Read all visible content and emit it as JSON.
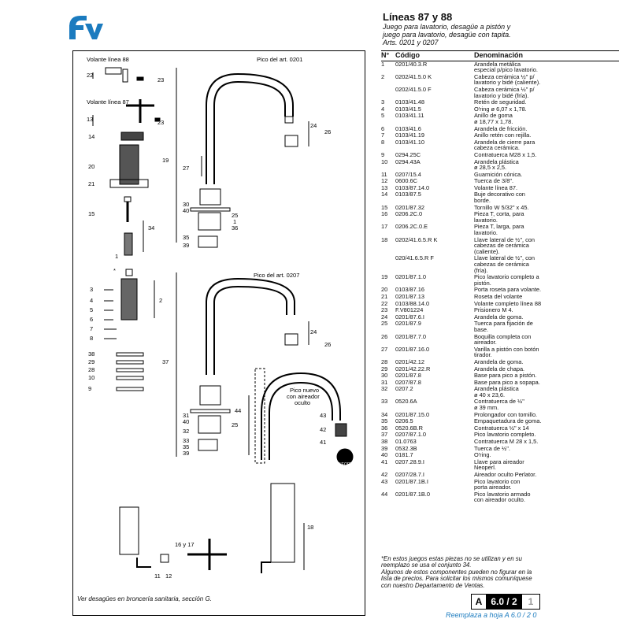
{
  "brand": {
    "logo_text": "fv",
    "color": "#1b7bbf"
  },
  "header": {
    "title": "Líneas 87 y 88",
    "subtitle_lines": [
      "Juego para lavatorio, desagüe a pistón y",
      "juego para lavatorio, desagüe con tapita.",
      "Arts. 0201 y 0207"
    ]
  },
  "diagram": {
    "labels": {
      "volante88": "Volante línea 88",
      "volante87": "Volante línea 87",
      "pico0201": "Pico del art. 0201",
      "pico0207": "Pico del art. 0207",
      "pico_nuevo": [
        "Pico nuevo",
        "con aireador",
        "oculto"
      ],
      "neoperl": "NEOPERL"
    },
    "callouts": {
      "n22": "22",
      "n23a": "23",
      "n13": "13",
      "n23b": "23",
      "n14": "14",
      "n20": "20",
      "n21": "21",
      "n15": "15",
      "n34": "34",
      "n1": "1",
      "n2": "2",
      "n3": "3",
      "n4": "4",
      "n5": "5",
      "n6": "6",
      "n7": "7",
      "n8": "8",
      "star": "*",
      "n38": "38",
      "n29": "29",
      "n28": "28",
      "n10": "10",
      "n9": "9",
      "n19": "19",
      "n27": "27",
      "n30": "30",
      "n40a": "40",
      "n25a": "25",
      "n1b": "1",
      "n36": "36",
      "n35a": "35",
      "n39a": "39",
      "n24a": "24",
      "n26a": "26",
      "n37": "37",
      "n24b": "24",
      "n26b": "26",
      "n31": "31",
      "n40b": "40",
      "n25b": "25",
      "n32": "32",
      "n33": "33",
      "n35b": "35",
      "n39b": "39",
      "n44": "44",
      "n43": "43",
      "n42": "42",
      "n41": "41",
      "n18": "18",
      "n16_17": "16 y 17",
      "n11": "11",
      "n12": "12"
    },
    "footnote": "Ver desagües en broncería sanitaria, sección G."
  },
  "table": {
    "headers": {
      "no": "N°",
      "code": "Código",
      "den": "Denominación"
    },
    "rows": [
      {
        "no": "1",
        "code": "0201/40.3.R",
        "den": [
          "Arandela metálica",
          "especial p/pico lavatorio."
        ]
      },
      {
        "no": "2",
        "code": "0202/41.5.0 K",
        "den": [
          "Cabeza cerámica ½\" p/",
          "lavatorio y bidé (caliente)."
        ]
      },
      {
        "no": "",
        "code": "0202/41.5.0 F",
        "den": [
          "Cabeza cerámica ½\" p/",
          "lavatorio y bidé (fría)."
        ]
      },
      {
        "no": "3",
        "code": "0103/41.48",
        "den": [
          "Retén de seguridad."
        ]
      },
      {
        "no": "4",
        "code": "0103/41.5",
        "den": [
          "O'ring ø 6,07 x 1,78."
        ]
      },
      {
        "no": "5",
        "code": "0103/41.11",
        "den": [
          "Anillo de goma",
          "ø 18,77 x 1,78."
        ]
      },
      {
        "no": "6",
        "code": "0103/41.6",
        "den": [
          "Arandela de fricción."
        ]
      },
      {
        "no": "7",
        "code": "0103/41.19",
        "den": [
          "Anillo retén con rejilla."
        ]
      },
      {
        "no": "8",
        "code": "0103/41.10",
        "den": [
          "Arandela de cierre para",
          "cabeza cerámica."
        ]
      },
      {
        "no": "9",
        "code": "0294.25C",
        "den": [
          "Contratuerca M28 x 1,5."
        ]
      },
      {
        "no": "10",
        "code": "0294.43A",
        "den": [
          "Arandela plástica",
          "ø 28,5 x 2,5."
        ]
      },
      {
        "no": "11",
        "code": "0207/15.4",
        "den": [
          "Guarnición cónica."
        ]
      },
      {
        "no": "12",
        "code": "0600.6C",
        "den": [
          "Tuerca de 3/8\"."
        ]
      },
      {
        "no": "13",
        "code": "0103/87.14.0",
        "den": [
          "Volante línea 87."
        ]
      },
      {
        "no": "14",
        "code": "0103/87.5",
        "den": [
          "Buje decorativo con",
          "borde."
        ]
      },
      {
        "no": "15",
        "code": "0201/87.32",
        "den": [
          "Tornillo W 5/32\" x 45."
        ]
      },
      {
        "no": "16",
        "code": "0206.2C.0",
        "den": [
          "Pieza T, corta, para",
          "lavatorio."
        ]
      },
      {
        "no": "17",
        "code": "0206.2C.0.E",
        "den": [
          "Pieza T, larga, para",
          "lavatorio."
        ]
      },
      {
        "no": "18",
        "code": "0202/41.6.5.R  K",
        "den": [
          "Llave lateral de ½\", con",
          "cabezas de cerámica",
          "(caliente)."
        ]
      },
      {
        "no": "",
        "code": "020/41.6.5.R  F",
        "den": [
          "Llave lateral de ½\", con",
          "cabezas de cerámica",
          "(fría)."
        ]
      },
      {
        "no": "19",
        "code": "0201/87.1.0",
        "den": [
          "Pico lavatorio completo a",
          "pistón."
        ]
      },
      {
        "no": "20",
        "code": "0103/87.16",
        "den": [
          "Porta roseta para volante."
        ]
      },
      {
        "no": "21",
        "code": "0201/87.13",
        "den": [
          "Roseta del volante"
        ]
      },
      {
        "no": "22",
        "code": "0103/88.14.0",
        "den": [
          "Volante completo línea 88"
        ]
      },
      {
        "no": "23",
        "code": "F.V801224",
        "den": [
          "Prisionero M 4."
        ]
      },
      {
        "no": "24",
        "code": "0201/87.6.I",
        "den": [
          "Arandela de goma."
        ]
      },
      {
        "no": "25",
        "code": "0201/87.9",
        "den": [
          "Tuerca para fijación de",
          "base."
        ]
      },
      {
        "no": "26",
        "code": "0201/87.7.0",
        "den": [
          "Boquilla completa con",
          "aireador."
        ]
      },
      {
        "no": "27",
        "code": "0201/87.16.0",
        "den": [
          "Varilla a pistón con botón",
          "tirador."
        ]
      },
      {
        "no": "28",
        "code": "0201/42.12",
        "den": [
          "Arandela de goma."
        ]
      },
      {
        "no": "29",
        "code": "0201/42.22.R",
        "den": [
          "Arandela de chapa."
        ]
      },
      {
        "no": "30",
        "code": "0201/87.8",
        "den": [
          "Base para pico a pistón."
        ]
      },
      {
        "no": "31",
        "code": "0207/87.8",
        "den": [
          "Base para pico a sopapa."
        ]
      },
      {
        "no": "32",
        "code": "0207.2",
        "den": [
          "Arandela plástica",
          "ø 40 x 23,6."
        ]
      },
      {
        "no": "33",
        "code": "0520.6A",
        "den": [
          "Contratuerca de ½\"",
          "ø 39 mm."
        ]
      },
      {
        "no": "34",
        "code": "0201/87.15.0",
        "den": [
          "Prolongador con tornillo."
        ]
      },
      {
        "no": "35",
        "code": "0206.5",
        "den": [
          "Empaquetadura de goma."
        ]
      },
      {
        "no": "36",
        "code": "0520.6B.R",
        "den": [
          "Contratuerca ½\" x 14"
        ]
      },
      {
        "no": "37",
        "code": "0207/87.1.0",
        "den": [
          "Pico lavatorio completo."
        ]
      },
      {
        "no": "38",
        "code": "01.0763",
        "den": [
          "Contratuerca M 28 x 1,5."
        ]
      },
      {
        "no": "39",
        "code": "0532.3B",
        "den": [
          "Tuerca de ½\"."
        ]
      },
      {
        "no": "40",
        "code": "0181.7",
        "den": [
          "O'ring."
        ]
      },
      {
        "no": "41",
        "code": "0207.28.9.I",
        "den": [
          "Llave para aireador",
          "Neoperl."
        ]
      },
      {
        "no": "42",
        "code": "0207/28.7.I",
        "den": [
          "Aireador oculto Perlator."
        ]
      },
      {
        "no": "43",
        "code": "0201/87.1B.I",
        "den": [
          "Pico lavatorio con",
          "porta aireador."
        ]
      },
      {
        "no": "44",
        "code": "0201/87.1B.0",
        "den": [
          "Pico lavatorio armado",
          "con aireador oculto."
        ]
      }
    ]
  },
  "notes": [
    "*En estos juegos estas piezas no se utilizan y en su",
    "reemplazo se usa el conjunto 34.",
    "Algunos de estos componentes pueden no figurar en la",
    "lista de precios. Para solicitar los mismos comuníquese",
    "con nuestro Departamento de Ventas."
  ],
  "badge": {
    "letter": "A",
    "page": "6.0 / 2",
    "version": "1"
  },
  "replace": "Reemplaza a hoja  A  6.0 / 2  0"
}
